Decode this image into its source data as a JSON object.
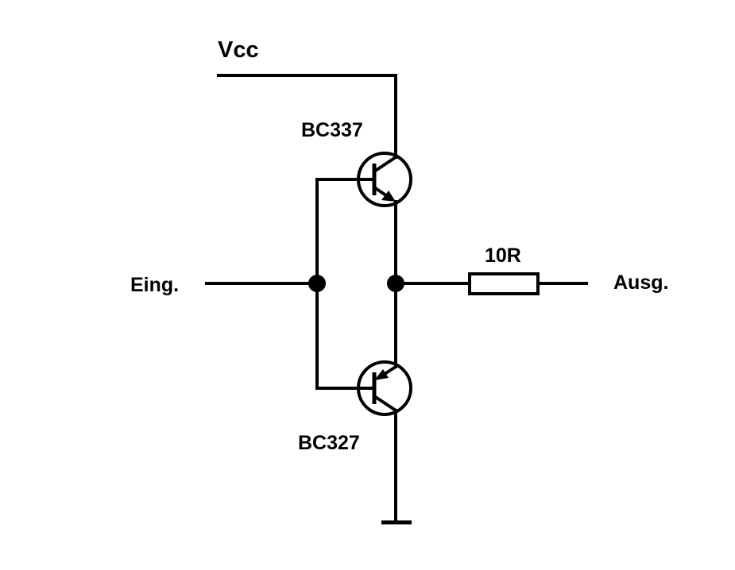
{
  "labels": {
    "supply": "Vcc",
    "input": "Eing.",
    "output": "Ausg.",
    "resistor": "10R",
    "npn": "BC337",
    "pnp": "BC327"
  },
  "colors": {
    "ink": "#000000",
    "background": "#ffffff"
  }
}
